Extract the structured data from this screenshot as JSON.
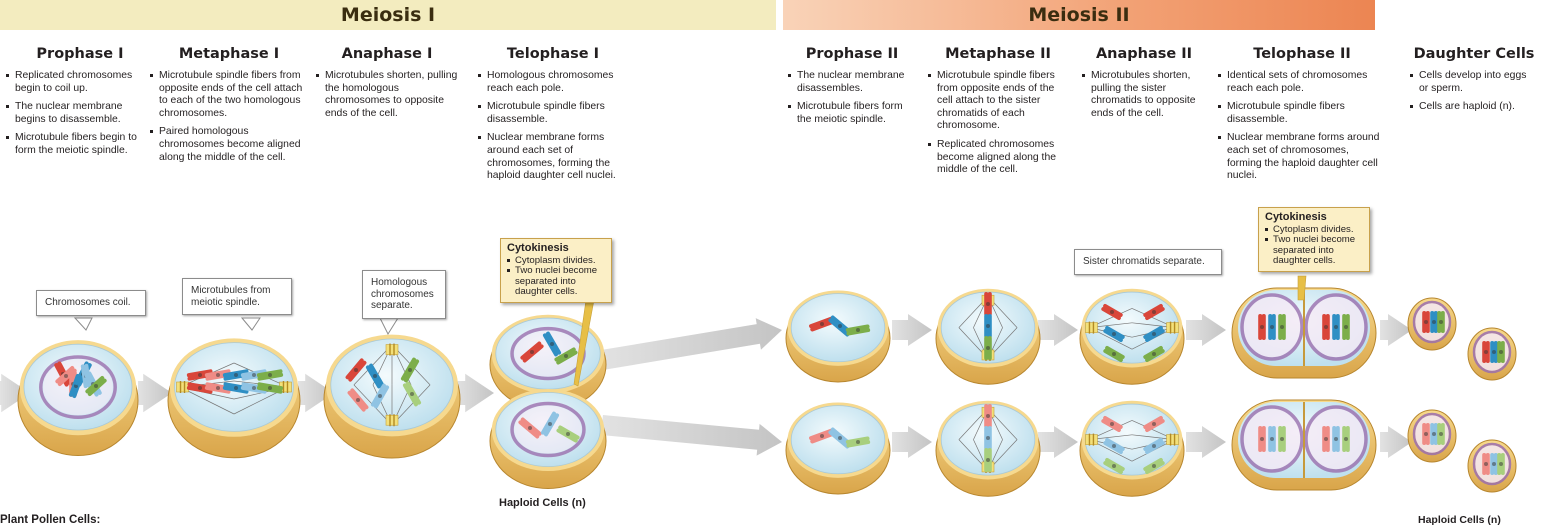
{
  "banners": {
    "meiosis1": "Meiosis I",
    "meiosis2": "Meiosis II"
  },
  "stages": [
    {
      "title": "Prophase I",
      "bullets": [
        "Replicated chromosomes begin to coil up.",
        "The nuclear membrane begins to disassemble.",
        "Microtubule fibers begin to form the meiotic spindle."
      ]
    },
    {
      "title": "Metaphase I",
      "bullets": [
        "Microtubule spindle fibers from opposite ends of the cell attach to each of the two homologous chromosomes.",
        "Paired homologous chromosomes become aligned along the middle of the cell."
      ]
    },
    {
      "title": "Anaphase I",
      "bullets": [
        "Microtubules shorten, pulling the homologous chromosomes to opposite ends of the cell."
      ]
    },
    {
      "title": "Telophase I",
      "bullets": [
        "Homologous chromosomes reach each pole.",
        "Microtubule spindle fibers disassemble.",
        "Nuclear membrane forms around each set of chromosomes, forming the haploid daughter cell nuclei."
      ]
    },
    {
      "title": "Prophase II",
      "bullets": [
        "The nuclear membrane disassembles.",
        "Microtubule fibers form the meiotic spindle."
      ]
    },
    {
      "title": "Metaphase II",
      "bullets": [
        "Microtubule spindle fibers from opposite ends of the cell attach to the sister chromatids of each chromosome.",
        "Replicated chromosomes become aligned along the middle of the cell."
      ]
    },
    {
      "title": "Anaphase II",
      "bullets": [
        "Microtubules shorten, pulling the sister chromatids to opposite ends of the cell."
      ]
    },
    {
      "title": "Telophase II",
      "bullets": [
        "Identical sets of chromosomes reach each pole.",
        "Microtubule spindle fibers disassemble.",
        "Nuclear membrane forms around each set of chromosomes, forming the haploid daughter cell nuclei."
      ]
    },
    {
      "title": "Daughter Cells",
      "bullets": [
        "Cells develop into eggs or sperm.",
        "Cells are haploid (n)."
      ]
    }
  ],
  "callouts": {
    "prophase1": "Chromosomes coil.",
    "metaphase1": "Microtubules from meiotic spindle.",
    "anaphase1": "Homologous chromosomes separate.",
    "anaphase2": "Sister chromatids separate."
  },
  "cytokinesis": {
    "title": "Cytokinesis",
    "bullets": [
      "Cytoplasm divides.",
      "Two nuclei become separated into daughter cells."
    ]
  },
  "labels": {
    "haploid1": "Haploid Cells (n)",
    "haploid2": "Haploid Cells (n)",
    "plant": "Plant Pollen Cells:"
  },
  "colors": {
    "red": "#d9463a",
    "blue": "#2f8fc4",
    "green": "#7cae4a",
    "pink": "#ef8c86",
    "lightblue": "#8fc3e3",
    "cell_outer": "#f1c66b",
    "cell_inner": "#d8edf5",
    "membrane": "#9b6fae"
  }
}
